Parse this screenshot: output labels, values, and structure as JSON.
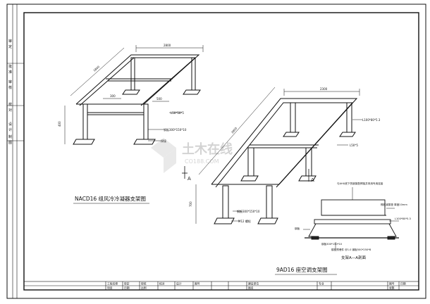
{
  "drawing": {
    "left_strip_chars": [
      "审",
      "定",
      "批",
      "准",
      "审",
      "核",
      "校",
      "对",
      "设",
      "计",
      "制",
      "图"
    ],
    "title_left": "NACD16 组风冷冷凝器支架图",
    "title_right": "9AD16 座空调支架图",
    "section_title": "支架A—A剖面",
    "section_mark_left": "A",
    "section_mark_right": "A",
    "watermark_cn": "土木在线",
    "watermark_en": "CO188.COM",
    "left_frame": {
      "dim_top": "2800",
      "dim_side": "1800",
      "dim_height": "400",
      "dim_inner": "300",
      "dim_inner2": "500",
      "member_note": "L50*50*5",
      "plate_note": "钢板300*150*10",
      "weld_note": "焊接"
    },
    "right_frame": {
      "dim_top": "2300",
      "dim_side": "3850",
      "dim_height": "700",
      "member_note_1": "L100*80*5.3",
      "member_note_2": "L50*5",
      "plate_note": "钢板300*150*10",
      "bolt_note": "M12 螺栓"
    },
    "section": {
      "note_top": "与AHU底下的钢架配焊接并采用专用连接",
      "note_right_1": "橡胶减振垫 厚度10mm",
      "note_right_2": "L100*80*5.3",
      "note_left": "钢板",
      "note_bottom_1": "钢板300*150*10",
      "note_bottom_2": "楼板预埋件 @1.0 钢板500*250*8"
    },
    "title_block": {
      "row1": [
        "工程名称",
        "审定",
        "审核",
        "校对",
        "设计",
        "图号"
      ],
      "row2": [
        "项目",
        "日期",
        "比例"
      ],
      "labels": [
        "建设单位",
        "图名",
        "专业",
        "图号",
        "张数",
        "日期"
      ]
    }
  }
}
